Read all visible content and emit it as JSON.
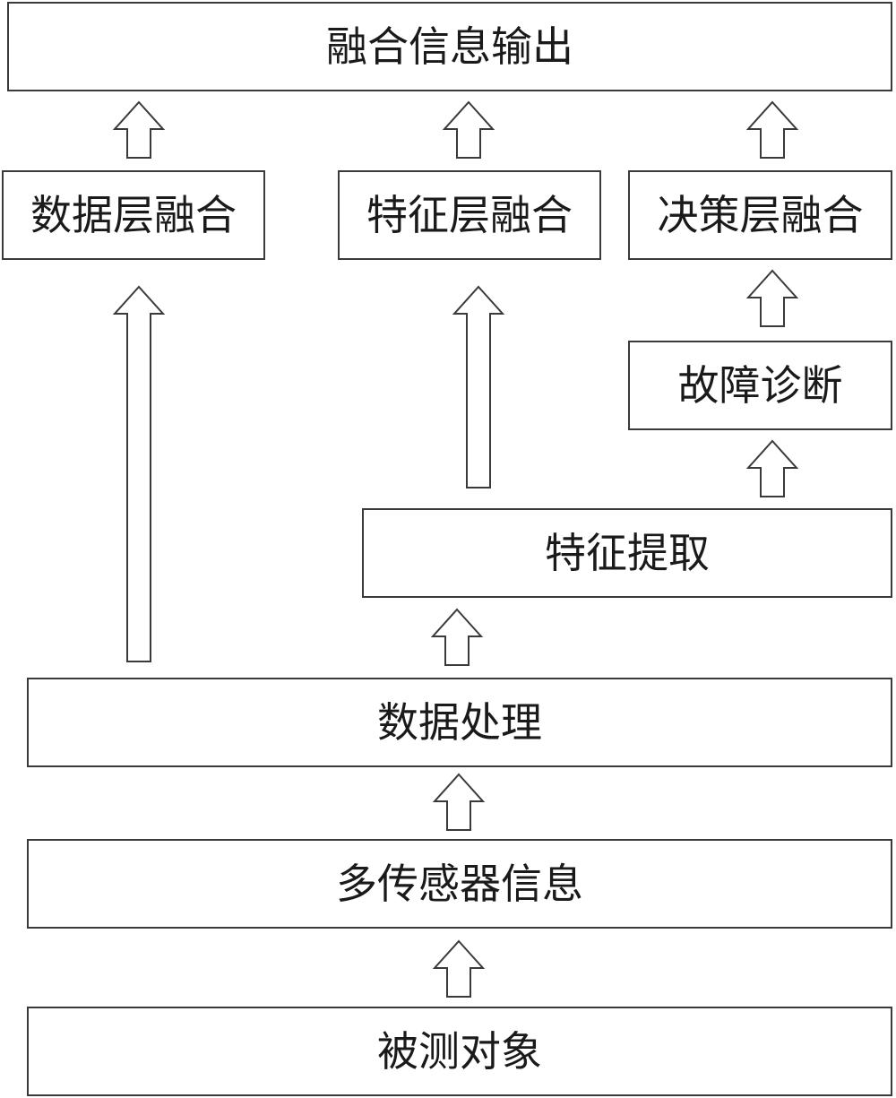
{
  "boxes": {
    "output": "融合信息输出",
    "data_fusion": "数据层融合",
    "feature_fusion": "特征层融合",
    "decision_fusion": "决策层融合",
    "diagnosis": "故障诊断",
    "feature_extraction": "特征提取",
    "data_processing": "数据处理",
    "multi_sensor": "多传感器信息",
    "measured_object": "被测对象"
  },
  "arrows": [
    {
      "from": "data_fusion",
      "to": "output"
    },
    {
      "from": "feature_fusion",
      "to": "output"
    },
    {
      "from": "decision_fusion",
      "to": "output"
    },
    {
      "from": "data_processing",
      "to": "data_fusion"
    },
    {
      "from": "feature_extraction",
      "to": "feature_fusion"
    },
    {
      "from": "diagnosis",
      "to": "decision_fusion"
    },
    {
      "from": "feature_extraction",
      "to": "diagnosis"
    },
    {
      "from": "data_processing",
      "to": "feature_extraction"
    },
    {
      "from": "multi_sensor",
      "to": "data_processing"
    },
    {
      "from": "measured_object",
      "to": "multi_sensor"
    }
  ]
}
